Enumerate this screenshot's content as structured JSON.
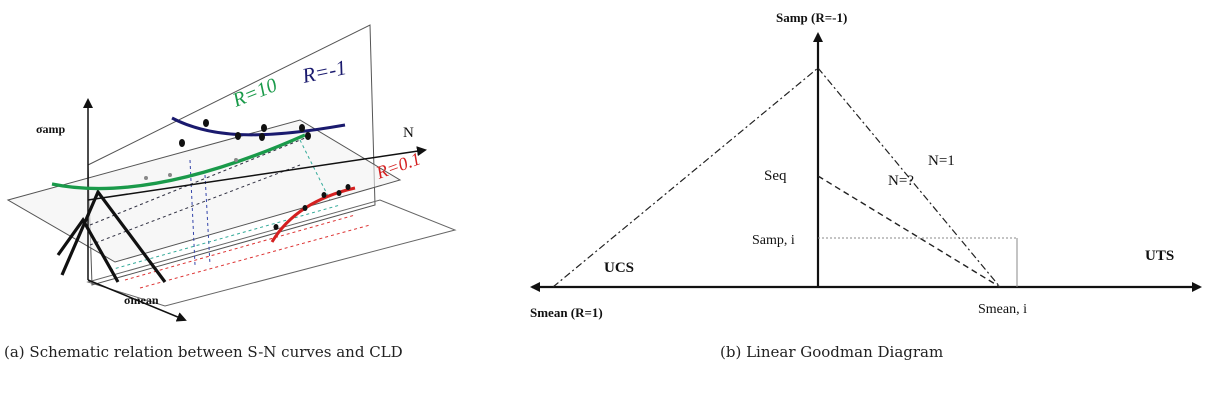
{
  "panel_a": {
    "axis_vertical": "σamp",
    "axis_horizontal": "σmean",
    "axis_depth": "N",
    "curves": [
      {
        "label": "R=-1",
        "color": "#1a1a6e"
      },
      {
        "label": "R=10",
        "color": "#1a9a4a"
      },
      {
        "label": "R=0.1",
        "color": "#d42020"
      }
    ],
    "caption": "(a) Schematic relation between S-N curves and CLD"
  },
  "panel_b": {
    "y_axis_label": "Samp (R=-1)",
    "x_axis_label": "Smean (R=1)",
    "ucs_label": "UCS",
    "uts_label": "UTS",
    "seq_label": "Seq",
    "samp_i_label": "Samp, i",
    "smean_i_label": "Smean, i",
    "n1_label": "N=1",
    "nq_label": "N=?",
    "caption": "(b) Linear Goodman Diagram"
  }
}
